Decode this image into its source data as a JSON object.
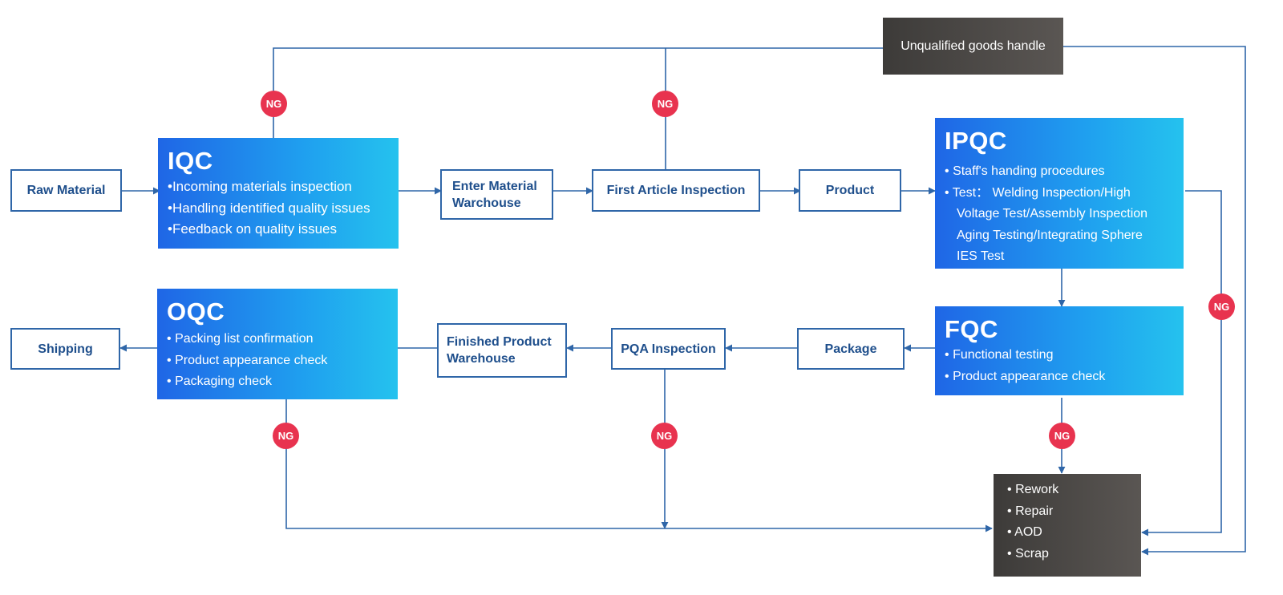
{
  "colors": {
    "line": "#2f66a8",
    "ng": "#e8334f",
    "blue_start": "#1f66e6",
    "blue_end": "#25c2ee",
    "dark": "#4a4744"
  },
  "nodes": {
    "raw_material": "Raw Material",
    "enter_warehouse": "Enter Material\nWarchouse",
    "first_article": "First Article Inspection",
    "product": "Product",
    "unqualified": "Unqualified goods handle",
    "package": "Package",
    "pqa": "PQA Inspection",
    "finished_warehouse": "Finished Product\nWarehouse",
    "shipping": "Shipping"
  },
  "iqc": {
    "title": "IQC",
    "items": [
      "Incoming materials inspection",
      "Handling identified quality issues",
      "Feedback on quality issues"
    ]
  },
  "ipqc": {
    "title": "IPQC",
    "items": [
      "Staff's handing procedures",
      "Test： Welding Inspection/High",
      "Voltage Test/Assembly Inspection",
      "Aging Testing/Integrating Sphere",
      "IES Test"
    ]
  },
  "fqc": {
    "title": "FQC",
    "items": [
      "Functional testing",
      "Product appearance check"
    ]
  },
  "oqc": {
    "title": "OQC",
    "items": [
      "Packing list confirmation",
      "Product appearance check",
      "Packaging check"
    ]
  },
  "disposition": {
    "items": [
      "Rework",
      "Repair",
      "AOD",
      "Scrap"
    ]
  },
  "ng_label": "NG",
  "bullet": "•"
}
